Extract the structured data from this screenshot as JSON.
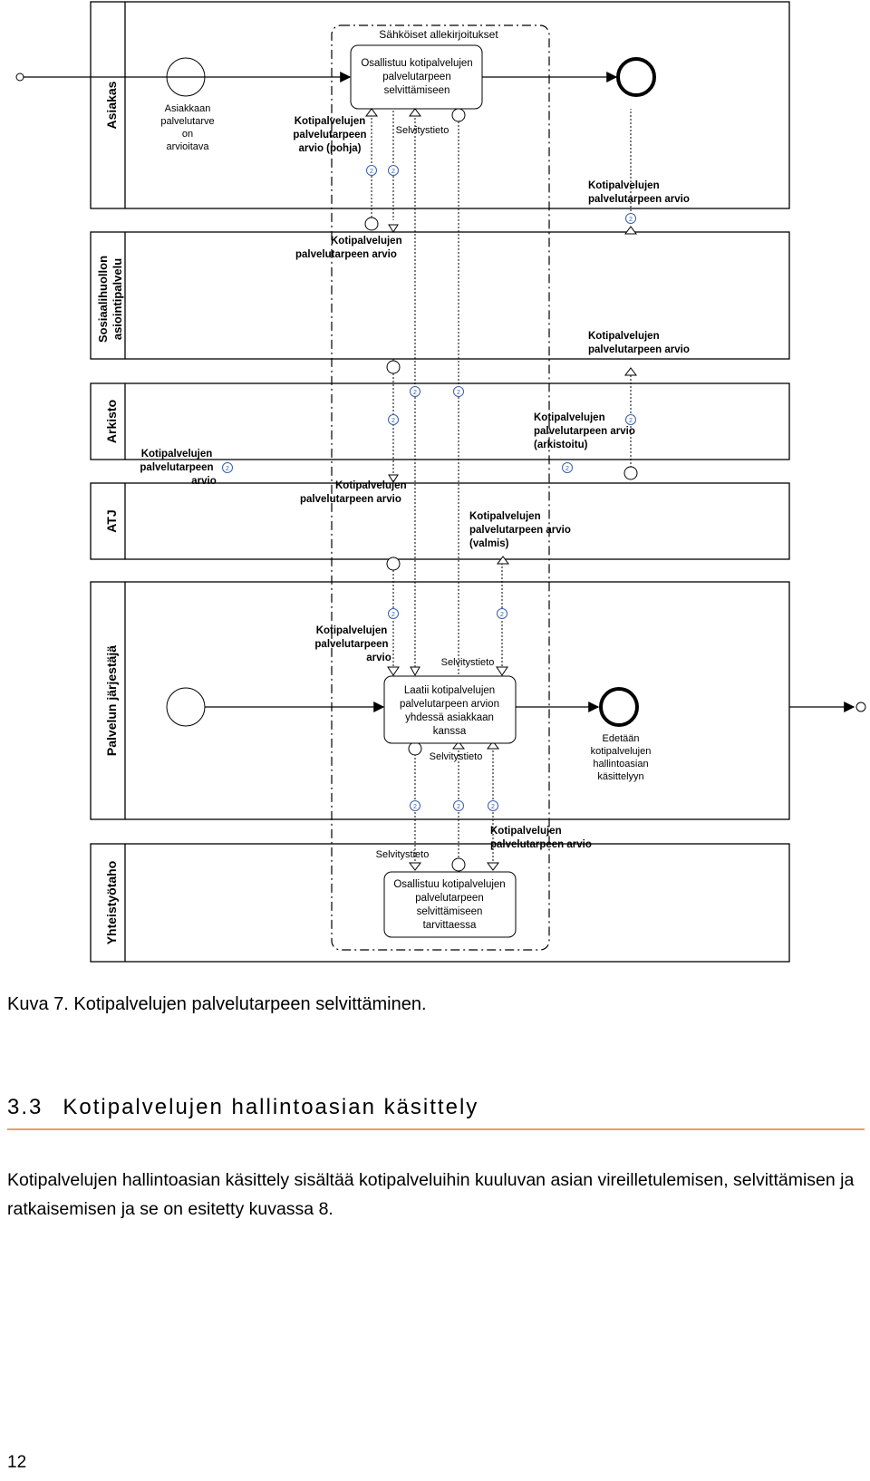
{
  "diagram": {
    "lanes": [
      {
        "id": "asiakas",
        "label": "Asiakas"
      },
      {
        "id": "sosiaalihuolto",
        "label": "Sosiaalihuollon asiointipalvelu",
        "label_lines": [
          "Sosiaalihuollon",
          "asiointipalvelu"
        ]
      },
      {
        "id": "arkisto",
        "label": "Arkisto"
      },
      {
        "id": "atj",
        "label": "ATJ"
      },
      {
        "id": "palvelun",
        "label": "Palvelun järjestäjä"
      },
      {
        "id": "yhteistyotaho",
        "label": "Yhteistyötaho"
      }
    ],
    "group_label": "Sähköiset allekirjoitukset",
    "tasks": {
      "osallistuu": [
        "Osallistuu kotipalvelujen",
        "palvelutarpeen",
        "selvittämiseen"
      ],
      "laatii": [
        "Laatii kotipalvelujen",
        "palvelutarpeen arvion",
        "yhdessä asiakkaan",
        "kanssa"
      ],
      "osallistuu_tarv": [
        "Osallistuu kotipalvelujen",
        "palvelutarpeen",
        "selvittämiseen",
        "tarvittaessa"
      ]
    },
    "events": {
      "asiakas_start": [
        "Asiakkaan",
        "palvelutarve",
        "on",
        "arvioitava"
      ],
      "palvelun_end": [
        "Edetään",
        "kotipalvelujen",
        "hallintoasian",
        "käsittelyyn"
      ]
    },
    "labels": {
      "arvio_pohja": [
        "Kotipalvelujen",
        "palvelutarpeen",
        "arvio (pohja)"
      ],
      "selvitystieto": "Selvitystieto",
      "arvio": [
        "Kotipalvelujen",
        "palvelutarpeen arvio"
      ],
      "arvio_arkistoitu": [
        "Kotipalvelujen",
        "palvelutarpeen arvio",
        "(arkistoitu)"
      ],
      "arvio_valmis": [
        "Kotipalvelujen",
        "palvelutarpeen arvio",
        "(valmis)"
      ],
      "arvio_3line": [
        "Kotipalvelujen",
        "palvelutarpeen",
        "arvio"
      ]
    },
    "connector_marker": "2"
  },
  "caption": "Kuva 7. Kotipalvelujen palvelutarpeen selvittäminen.",
  "section": {
    "number": "3.3",
    "title": "Kotipalvelujen hallintoasian käsittely"
  },
  "body_text": "Kotipalvelujen hallintoasian käsittely sisältää kotipalveluihin kuuluvan asian vireilletulemisen, selvittämisen ja ratkaisemisen ja se on esitetty kuvassa 8.",
  "page_number": "12",
  "colors": {
    "section_rule": "#e8a060",
    "connector_marker": "#3a5fa8"
  }
}
